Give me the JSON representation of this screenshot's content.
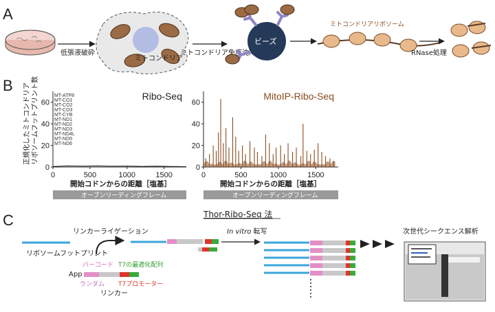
{
  "panels": {
    "a": "A",
    "b": "B",
    "c": "C"
  },
  "panel_a": {
    "step1_label": "低張液破砕",
    "mito_label": "ミトコンドリア",
    "step2_label": "ミトコンドリア免疫沈降",
    "beads_label": "ビーズ",
    "mitoribosome_label": "ミトコンドリアリボソーム",
    "step3_label": "RNase処理"
  },
  "panel_b": {
    "ylabel_line1": "正規化したミトコンドリア",
    "ylabel_line2": "リボソームフットプリント数",
    "xlabel": "開始コドンからの距離［塩基］",
    "orf_label": "オープンリーディングフレーム",
    "genes": [
      "MT-ATP8",
      "MT-CO1",
      "MT-CO2",
      "MT-CO3",
      "MT-CYB",
      "MT-ND1",
      "MT-ND2",
      "MT-ND3",
      "MT-ND4L",
      "MT-ND5",
      "MT-ND6"
    ],
    "colors": {
      "ribo": "#2a2a2a",
      "mito": "#8a4a1c",
      "orf_bar": "#9a9a9a"
    }
  },
  "chart_data": [
    {
      "type": "line",
      "title": "Ribo-Seq",
      "xlabel": "開始コドンからの距離［塩基］",
      "ylabel": "正規化したミトコンドリア リボソームフットプリント数",
      "xlim": [
        0,
        1800
      ],
      "ylim": [
        0,
        70
      ],
      "xticks": [
        0,
        500,
        1000,
        1500
      ],
      "yticks": [
        0,
        20,
        40,
        60
      ],
      "series_note": "",
      "x": [
        0,
        200,
        400,
        600,
        800,
        1000,
        1200,
        1400,
        1600,
        1800
      ],
      "y": [
        0.5,
        1,
        0.8,
        1,
        0.7,
        0.9,
        0.6,
        0.8,
        0.5,
        0.3
      ]
    },
    {
      "type": "line",
      "title": "MitoIP-Ribo-Seq",
      "xlabel": "開始コドンからの距離［塩基］",
      "xlim": [
        0,
        1800
      ],
      "ylim": [
        0,
        70
      ],
      "xticks": [
        0,
        500,
        1000,
        1500
      ],
      "yticks": [
        0,
        20,
        40,
        60
      ],
      "peaks": [
        {
          "x": 30,
          "y": 8
        },
        {
          "x": 80,
          "y": 12
        },
        {
          "x": 130,
          "y": 20
        },
        {
          "x": 170,
          "y": 15
        },
        {
          "x": 200,
          "y": 32
        },
        {
          "x": 230,
          "y": 63
        },
        {
          "x": 265,
          "y": 22
        },
        {
          "x": 300,
          "y": 36
        },
        {
          "x": 340,
          "y": 18
        },
        {
          "x": 390,
          "y": 46
        },
        {
          "x": 430,
          "y": 28
        },
        {
          "x": 470,
          "y": 15
        },
        {
          "x": 520,
          "y": 20
        },
        {
          "x": 560,
          "y": 12
        },
        {
          "x": 620,
          "y": 24
        },
        {
          "x": 680,
          "y": 18
        },
        {
          "x": 720,
          "y": 14
        },
        {
          "x": 780,
          "y": 10
        },
        {
          "x": 830,
          "y": 30
        },
        {
          "x": 880,
          "y": 22
        },
        {
          "x": 930,
          "y": 12
        },
        {
          "x": 970,
          "y": 18
        },
        {
          "x": 1030,
          "y": 20
        },
        {
          "x": 1080,
          "y": 12
        },
        {
          "x": 1130,
          "y": 22
        },
        {
          "x": 1190,
          "y": 14
        },
        {
          "x": 1240,
          "y": 18
        },
        {
          "x": 1300,
          "y": 10
        },
        {
          "x": 1330,
          "y": 40
        },
        {
          "x": 1380,
          "y": 15
        },
        {
          "x": 1430,
          "y": 12
        },
        {
          "x": 1480,
          "y": 16
        },
        {
          "x": 1530,
          "y": 22
        },
        {
          "x": 1580,
          "y": 14
        },
        {
          "x": 1630,
          "y": 10
        },
        {
          "x": 1690,
          "y": 8
        },
        {
          "x": 1740,
          "y": 5
        }
      ]
    }
  ],
  "panel_c": {
    "title": "Thor-Ribo-Seq 法",
    "ligation_label": "リンカーライゲーション",
    "footprint_label": "リボソームフットプリント",
    "invitro_italic": "In vitro",
    "invitro_suffix": " 転写",
    "ngs_label": "次世代シークエンス解析",
    "barcode_label": "バーコード",
    "t7opt_label": "T7の最適化配列",
    "app_label": "App",
    "random_label": "ランダム",
    "t7promoter_label": "T7プロモーター",
    "linker_label": "リンカー",
    "colors": {
      "blue": "#3aa6dc",
      "pink": "#e38fc6",
      "grey": "#c8c8c8",
      "green": "#3aaa3a",
      "red": "#e0352b",
      "barcode_text": "#d268b8",
      "t7opt_text": "#2f9a2f",
      "random_text": "#c06fc0",
      "t7prom_text": "#e0352b"
    }
  }
}
